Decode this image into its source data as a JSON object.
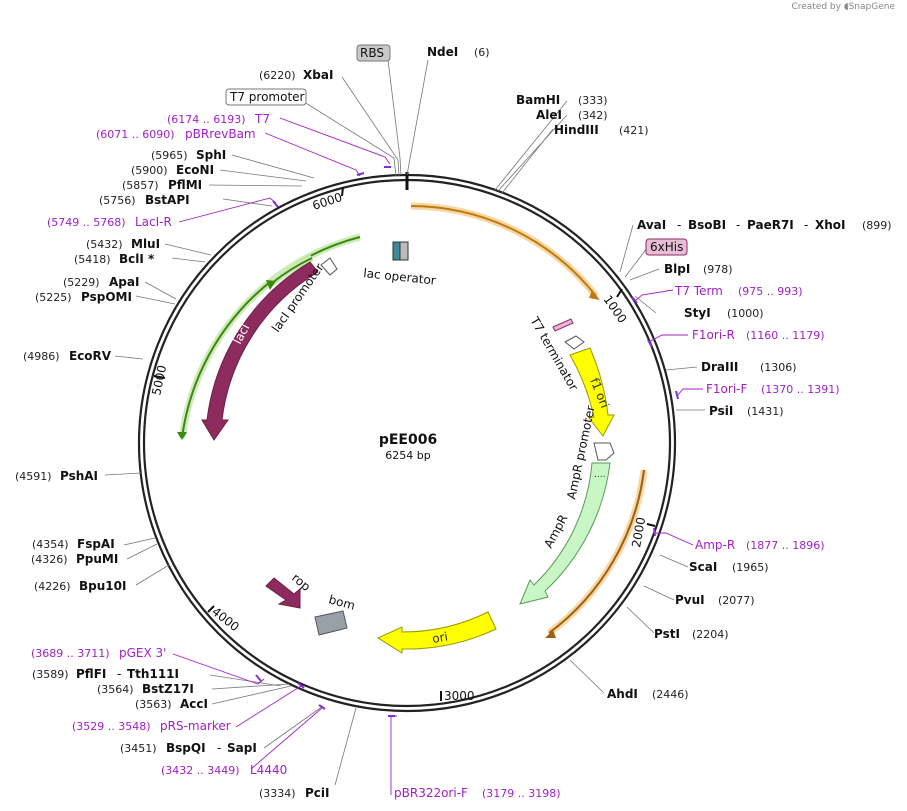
{
  "credit": "Created by",
  "credit_brand": "SnapGene",
  "plasmid": {
    "name": "pEE006",
    "size": "6254 bp"
  },
  "ticks": [
    "1000",
    "2000",
    "3000",
    "4000",
    "5000",
    "6000"
  ],
  "sites": {
    "ndei": "NdeI",
    "ndei_pos": "(6)",
    "xbai": "XbaI",
    "xbai_pos": "(6220)",
    "bamhi": "BamHI",
    "bamhi_pos": "(333)",
    "alei": "AleI",
    "alei_pos": "(342)",
    "hindiii": "HindIII",
    "hindiii_pos": "(421)",
    "avai": "AvaI",
    "bsobi": "BsoBI",
    "paer7i": "PaeR7I",
    "xhoi": "XhoI",
    "xhoi_pos": "(899)",
    "blpi": "BlpI",
    "blpi_pos": "(978)",
    "styi": "StyI",
    "styi_pos": "(1000)",
    "draiii": "DraIII",
    "draiii_pos": "(1306)",
    "psii": "PsiI",
    "psii_pos": "(1431)",
    "scai": "ScaI",
    "scai_pos": "(1965)",
    "pvui": "PvuI",
    "pvui_pos": "(2077)",
    "psti": "PstI",
    "psti_pos": "(2204)",
    "ahdi": "AhdI",
    "ahdi_pos": "(2446)",
    "pcii": "PciI",
    "pcii_pos": "(3334)",
    "bspqi": "BspQI",
    "sapi": "SapI",
    "sapi_pos": "(3451)",
    "acci": "AccI",
    "acci_pos": "(3563)",
    "bstz17i": "BstZ17I",
    "bstz17i_pos": "(3564)",
    "pflfi": "PflFI",
    "tth111i": "Tth111I",
    "tth111i_pos": "(3589)",
    "bpu10i": "Bpu10I",
    "bpu10i_pos": "(4226)",
    "ppumi": "PpuMI",
    "ppumi_pos": "(4326)",
    "fspai": "FspAI",
    "fspai_pos": "(4354)",
    "pshai": "PshAI",
    "pshai_pos": "(4591)",
    "ecorv": "EcoRV",
    "ecorv_pos": "(4986)",
    "pspomi": "PspOMI",
    "pspomi_pos": "(5225)",
    "apai": "ApaI",
    "apai_pos": "(5229)",
    "bcli": "BclI *",
    "bcli_pos": "(5418)",
    "mlui": "MluI",
    "mlui_pos": "(5432)",
    "bstapi": "BstAPI",
    "bstapi_pos": "(5756)",
    "pflmi": "PflMI",
    "pflmi_pos": "(5857)",
    "econi": "EcoNI",
    "econi_pos": "(5900)",
    "sphi": "SphI",
    "sphi_pos": "(5965)"
  },
  "primers": {
    "t7": "T7",
    "t7_pos": "(6174 .. 6193)",
    "pbrrevbam": "pBRrevBam",
    "pbrrevbam_pos": "(6071 .. 6090)",
    "laci_r": "LacI-R",
    "laci_r_pos": "(5749 .. 5768)",
    "t7term": "T7 Term",
    "t7term_pos": "(975 .. 993)",
    "f1ori_r": "F1ori-R",
    "f1ori_r_pos": "(1160 .. 1179)",
    "f1ori_f": "F1ori-F",
    "f1ori_f_pos": "(1370 .. 1391)",
    "amp_r": "Amp-R",
    "amp_r_pos": "(1877 .. 1896)",
    "pbr322": "pBR322ori-F",
    "pbr322_pos": "(3179 .. 3198)",
    "l4440": "L4440",
    "l4440_pos": "(3432 .. 3449)",
    "prs": "pRS-marker",
    "prs_pos": "(3529 .. 3548)",
    "pgex": "pGEX 3'",
    "pgex_pos": "(3689 .. 3711)"
  },
  "boxes": {
    "rbs": "RBS",
    "t7promoter": "T7 promoter",
    "his": "6xHis"
  },
  "features": {
    "lac_operator": "lac operator",
    "laci_promoter": "lacI promoter",
    "laci": "lacI",
    "t7_terminator": "T7 terminator",
    "f1_ori": "f1 ori",
    "ampr_promoter": "AmpR promoter",
    "ampr": "AmpR",
    "ori": "ori",
    "rop": "rop",
    "bom": "bom"
  },
  "colors": {
    "laci": "#8e2b5e",
    "ampr": "#c8f7c5",
    "ori": "#ffff00",
    "f1ori": "#ffff00",
    "rop": "#8e2b5e",
    "bom": "#9aa0a8",
    "primer": "#a020c8",
    "orf_orange": "#d89020",
    "orf_green": "#4a9a20"
  }
}
